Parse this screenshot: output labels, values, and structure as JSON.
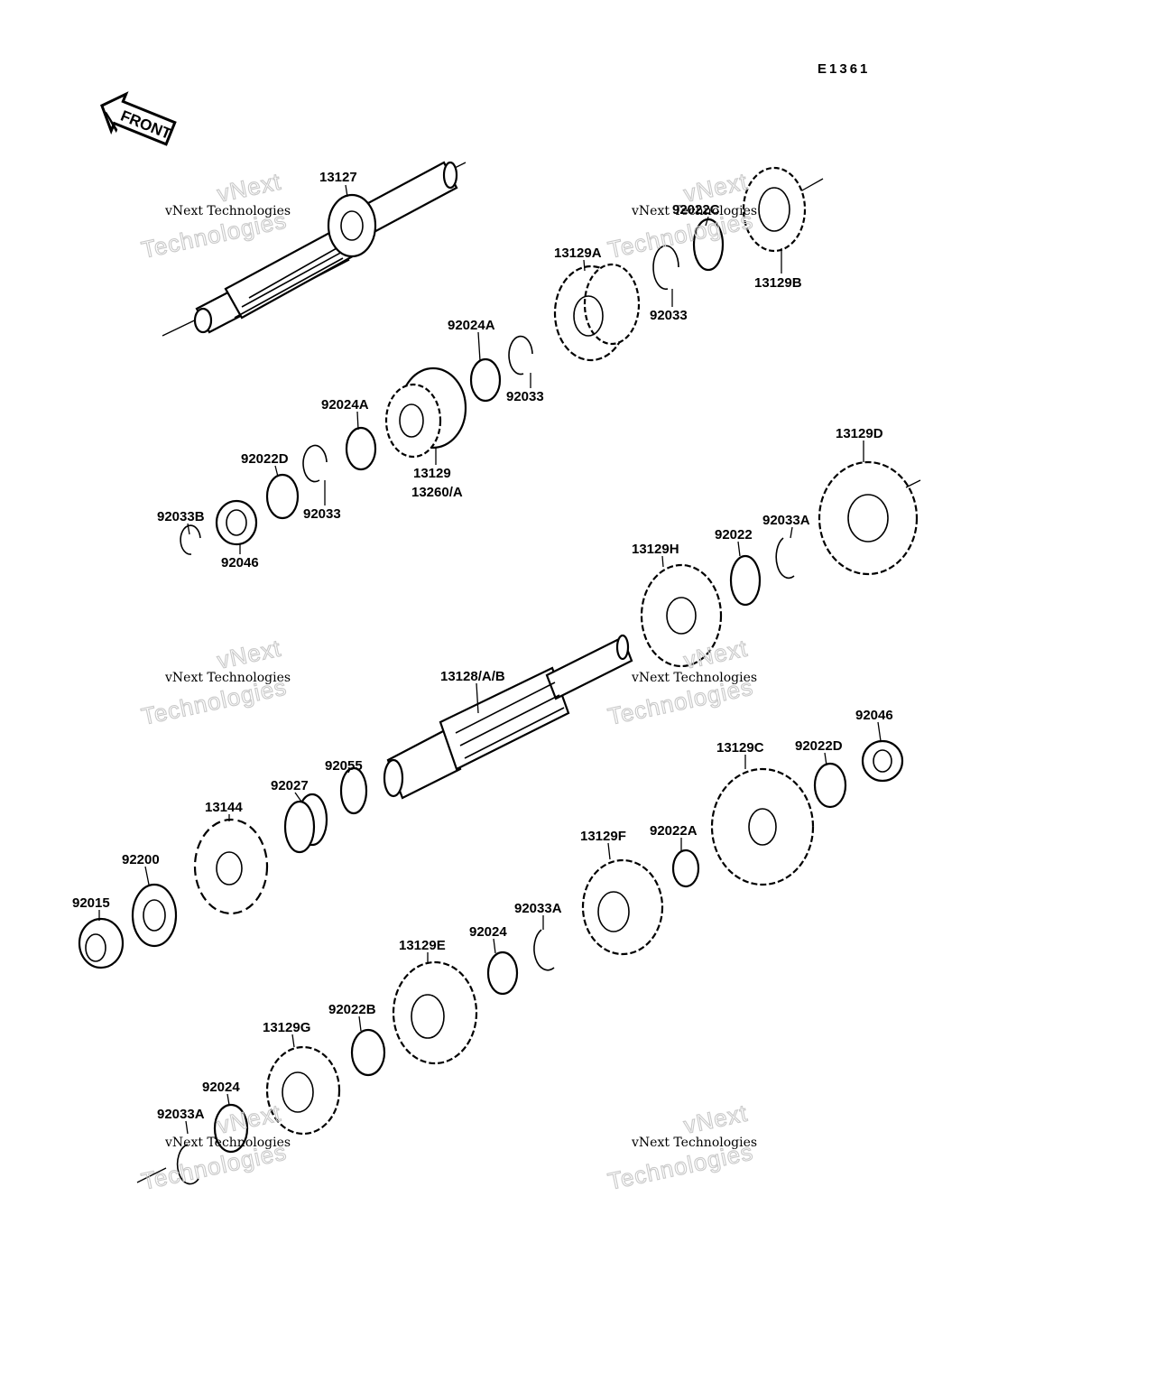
{
  "diagram_code": "E1361",
  "front_arrow_label": "FRONT",
  "watermark": {
    "line1": "vNext Technologies",
    "line2": "vNext",
    "line3": "Technologies"
  },
  "labels": {
    "13127": "13127",
    "13129A": "13129A",
    "92022C": "92022C",
    "13129B": "13129B",
    "92033_a": "92033",
    "92024A_a": "92024A",
    "92033_b": "92033",
    "92024A_b": "92024A",
    "13129": "13129",
    "13260A": "13260/A",
    "92022D_a": "92022D",
    "92033_c": "92033",
    "92033B": "92033B",
    "92046_a": "92046",
    "13129D": "13129D",
    "92022": "92022",
    "92033A_a": "92033A",
    "13129H": "13129H",
    "13128AB": "13128/A/B",
    "92055": "92055",
    "92027": "92027",
    "13144": "13144",
    "92200": "92200",
    "92015": "92015",
    "92046_b": "92046",
    "13129C": "13129C",
    "92022D_b": "92022D",
    "92022A": "92022A",
    "13129F": "13129F",
    "92033A_b": "92033A",
    "92024_a": "92024",
    "13129E": "13129E",
    "92022B": "92022B",
    "13129G": "13129G",
    "92024_b": "92024",
    "92033A_c": "92033A"
  }
}
